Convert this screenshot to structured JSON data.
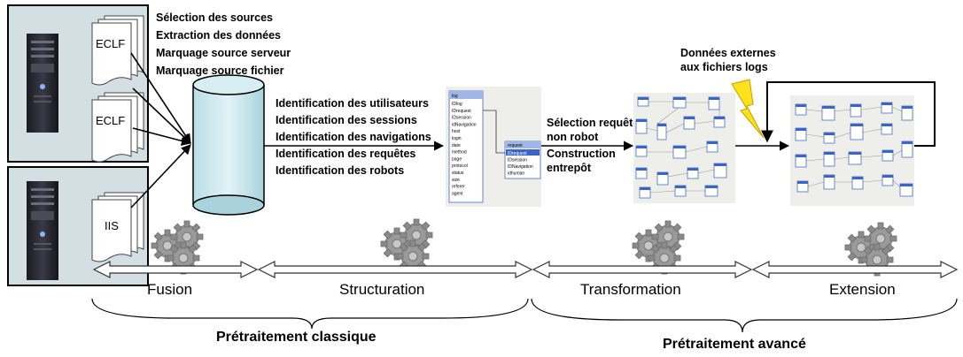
{
  "server_log_formats": [
    "ECLF",
    "ECLF",
    "IIS"
  ],
  "source_steps": [
    "Sélection des sources",
    "Extraction des données",
    "Marquage source serveur",
    "Marquage source fichier"
  ],
  "identification_steps": [
    "Identification des utilisateurs",
    "Identification des sessions",
    "Identification des navigations",
    "Identification des requêtes",
    "Identification des robots"
  ],
  "log_table": {
    "title": "log",
    "fields": [
      "IDlog",
      "IDrequest",
      "IDsession",
      "idNavigation",
      "host",
      "login",
      "date",
      "method",
      "page",
      "protocol",
      "status",
      "size",
      "referer",
      "agent"
    ]
  },
  "request_table": {
    "title": "request",
    "fields": [
      "IDrequest",
      "IDsession",
      "IDNavigation",
      "idhuman"
    ]
  },
  "transformation_steps": [
    "Sélection requête",
    "non robot",
    "Construction",
    "entrepôt"
  ],
  "external_data_label": [
    "Données externes",
    "aux fichiers logs"
  ],
  "phases": [
    "Fusion",
    "Structuration",
    "Transformation",
    "Extension"
  ],
  "groups": [
    "Prétraitement classique",
    "Prétraitement avancé"
  ]
}
